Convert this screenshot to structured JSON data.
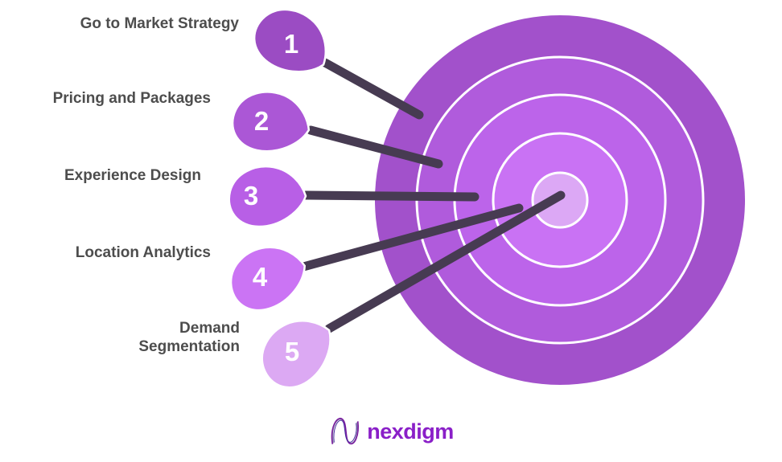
{
  "diagram": {
    "title_semantic": "five-step target bullseye diagram",
    "steps": [
      {
        "number": "1",
        "label": "Go to Market Strategy"
      },
      {
        "number": "2",
        "label": "Pricing and Packages"
      },
      {
        "number": "3",
        "label": "Experience Design"
      },
      {
        "number": "4",
        "label": "Location Analytics"
      },
      {
        "number": "5",
        "label": "Demand Segmentation"
      }
    ],
    "colors": {
      "step1": "#9B4CC3",
      "step2": "#AB57D6",
      "step3": "#B85FE6",
      "step4": "#CB74F4",
      "step5": "#DCA9F3",
      "ring_outer": "#A251CB",
      "ring_2": "#B05BDC",
      "ring_3": "#BC64EA",
      "ring_4": "#C972F4",
      "ring_center": "#DCA8F5",
      "ring_separator": "#FFFFFF",
      "connector": "#473B52",
      "label_text": "#4D4D4D",
      "step_number_text": "#FFFFFF"
    }
  },
  "footer": {
    "brand": "nexdigm",
    "brand_color": "#8A1FC8"
  }
}
